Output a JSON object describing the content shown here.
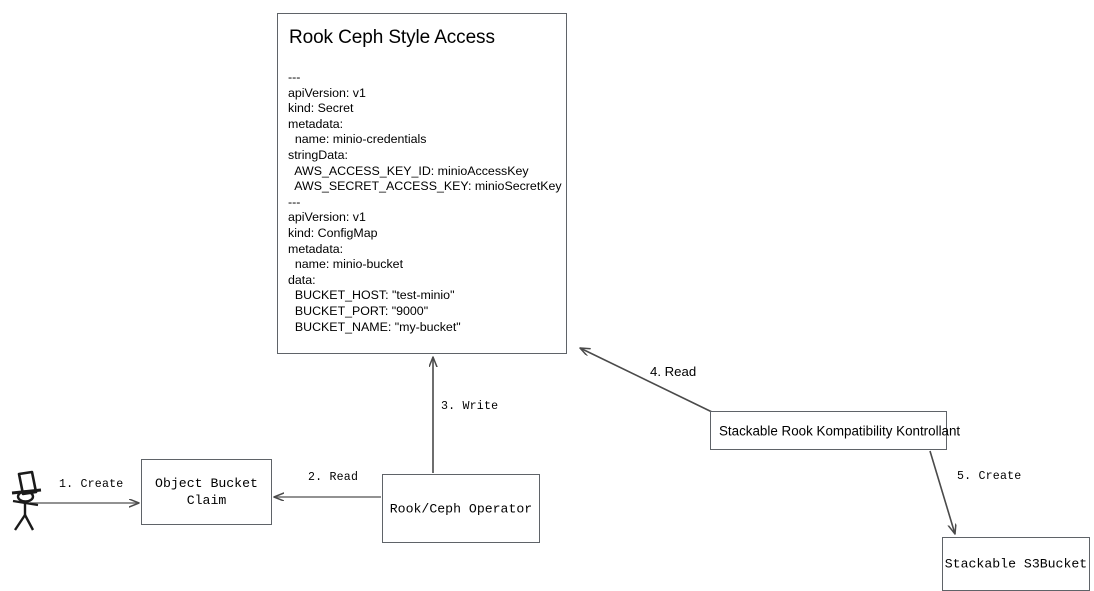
{
  "diagram": {
    "title": "Rook Ceph Style Access flow",
    "stroke_color": "#5f6368",
    "arrow_color": "#4a4a4a",
    "background": "#ffffff"
  },
  "spec": {
    "title": "Rook Ceph Style Access",
    "yaml": "---\napiVersion: v1\nkind: Secret\nmetadata:\n  name: minio-credentials\nstringData:\n  AWS_ACCESS_KEY_ID: minioAccessKey\n  AWS_SECRET_ACCESS_KEY: minioSecretKey\n---\napiVersion: v1\nkind: ConfigMap\nmetadata:\n  name: minio-bucket\ndata:\n  BUCKET_HOST: \"test-minio\"\n  BUCKET_PORT: \"9000\"\n  BUCKET_NAME: \"my-bucket\""
  },
  "nodes": {
    "actor": {
      "label": "",
      "icon": "stick-figure-with-top-hat"
    },
    "object_bucket_claim": {
      "label": "Object Bucket\nClaim"
    },
    "rook_ceph_operator": {
      "label": "Rook/Ceph Operator"
    },
    "stackable_rook_kompatibility_kontrollant": {
      "label": "Stackable Rook Kompatibility Kontrollant"
    },
    "stackable_s3bucket": {
      "label": "Stackable S3Bucket"
    }
  },
  "edges": [
    {
      "id": "e1",
      "label": "1. Create",
      "from": "actor",
      "to": "object_bucket_claim"
    },
    {
      "id": "e2",
      "label": "2. Read",
      "from": "rook_ceph_operator",
      "to": "object_bucket_claim"
    },
    {
      "id": "e3",
      "label": "3. Write",
      "from": "rook_ceph_operator",
      "to": "spec"
    },
    {
      "id": "e4",
      "label": "4. Read",
      "from": "stackable_rook_kompatibility_kontrollant",
      "to": "spec"
    },
    {
      "id": "e5",
      "label": "5. Create",
      "from": "stackable_rook_kompatibility_kontrollant",
      "to": "stackable_s3bucket"
    }
  ]
}
